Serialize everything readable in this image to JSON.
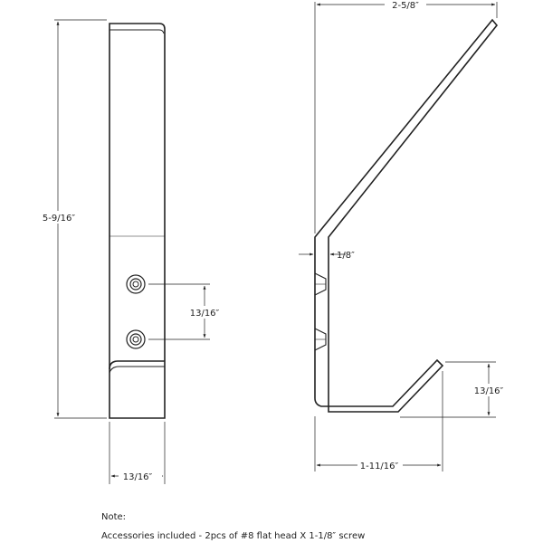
{
  "colors": {
    "line": "#222222",
    "background": "#ffffff"
  },
  "dimensions": {
    "overall_height": "5-9/16″",
    "front_width": "13/16″",
    "screw_spacing": "13/16″",
    "side_depth": "2-5/8″",
    "thickness": "1/8″",
    "hook_height": "13/16″",
    "hook_depth": "1-11/16″"
  },
  "note": {
    "heading": "Note:",
    "text": "Accessories included - 2pcs of #8 flat head X 1-1/8″ screw"
  }
}
